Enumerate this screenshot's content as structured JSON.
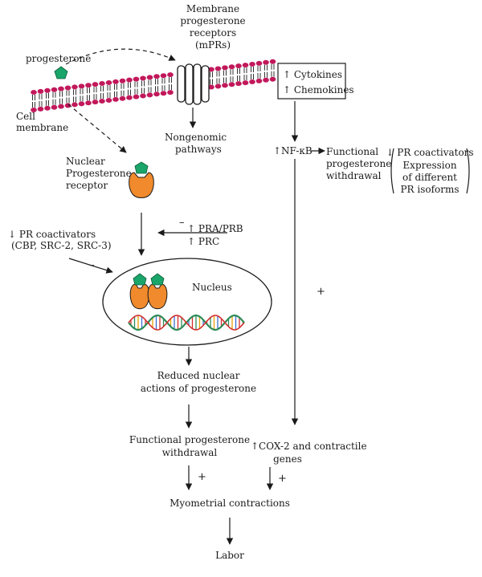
{
  "labels": {
    "progesterone": "progesterone",
    "cell_membrane_1": "Cell",
    "cell_membrane_2": "membrane",
    "mprs_1": "Membrane",
    "mprs_2": "progesterone",
    "mprs_3": "receptors",
    "mprs_4": "(mPRs)",
    "cytokines": "↑ Cytokines",
    "chemokines": "↑ Chemokines",
    "nongenomic_1": "Nongenomic",
    "nongenomic_2": "pathways",
    "nuclear_pr_1": "Nuclear",
    "nuclear_pr_2": "Progesterone",
    "nuclear_pr_3": "receptor",
    "nfkb": "↑NF-κB",
    "func_withdrawal_right_1": "Functional",
    "func_withdrawal_right_2": "progesterone",
    "func_withdrawal_right_3": "withdrawal",
    "bracket_1": "↓ PR coactivators",
    "bracket_2": "Expression",
    "bracket_3": "of different",
    "bracket_4": "PR isoforms",
    "pr_coact_1": "↓ PR coactivators",
    "pr_coact_2": "(CBP, SRC-2, SRC-3)",
    "pra_prb": "↑ PRA/PRB",
    "prc": "↑ PRC",
    "nucleus": "Nucleus",
    "reduced_1": "Reduced nuclear",
    "reduced_2": "actions of progesterone",
    "func_withdrawal_1": "Functional progesterone",
    "func_withdrawal_2": "withdrawal",
    "cox2_1": "↑COX-2 and contractile",
    "cox2_2": "genes",
    "myometrial": "Myometrial contractions",
    "labor": "Labor"
  },
  "signs": {
    "minus_prc": "–",
    "minus_coact": "–",
    "plus_nfkb": "+",
    "plus_left": "+",
    "plus_right": "+"
  },
  "colors": {
    "membrane_head": "#c2185b",
    "progesterone_green": "#1aa56a",
    "receptor_orange": "#f08a2c",
    "dna_red": "#d32f2f",
    "dna_green": "#2e8b57"
  }
}
